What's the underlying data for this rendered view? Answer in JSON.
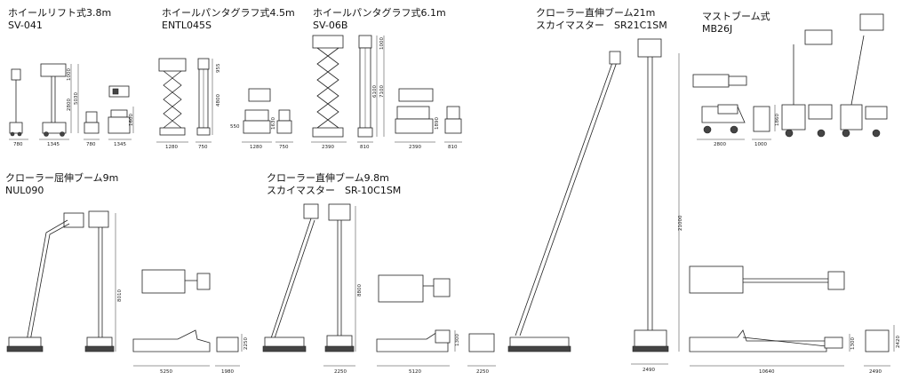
{
  "machines": [
    {
      "line1": "ホイールリフト式3.8m",
      "line2": "SV-041"
    },
    {
      "line1": "ホイールパンタグラフ式4.5m",
      "line2": "ENTL045S"
    },
    {
      "line1": "ホイールパンタグラフ式6.1m",
      "line2": "SV-06B"
    },
    {
      "line1": "クローラー直伸ブーム21m",
      "line2": "スカイマスター　SR21C1SM"
    },
    {
      "line1": "マストブーム式",
      "line2": "MB26J"
    },
    {
      "line1": "クローラー屈伸ブーム9m",
      "line2": "NUL090"
    },
    {
      "line1": "クローラー直伸ブーム9.8m",
      "line2": "スカイマスター　SR-10C1SM"
    }
  ],
  "dimensions": {
    "sv041": [
      "780",
      "1345",
      "780",
      "1345",
      "1000",
      "2800",
      "5030",
      "1600"
    ],
    "entl045s": [
      "1280",
      "750",
      "1280",
      "750",
      "955",
      "4800",
      "550",
      "1630"
    ],
    "sv06b": [
      "2390",
      "810",
      "2390",
      "810",
      "1000",
      "6100",
      "7100",
      "1890"
    ],
    "sr21": [
      "2490",
      "21000"
    ],
    "mb26j": [
      "2800",
      "1000",
      "1860"
    ],
    "nul090": [
      "5250",
      "1980",
      "8010",
      "2250"
    ],
    "sr10": [
      "2250",
      "5120",
      "2250",
      "8800",
      "1300"
    ],
    "mb_bottom": [
      "10640",
      "2490",
      "1300",
      "2420"
    ]
  }
}
